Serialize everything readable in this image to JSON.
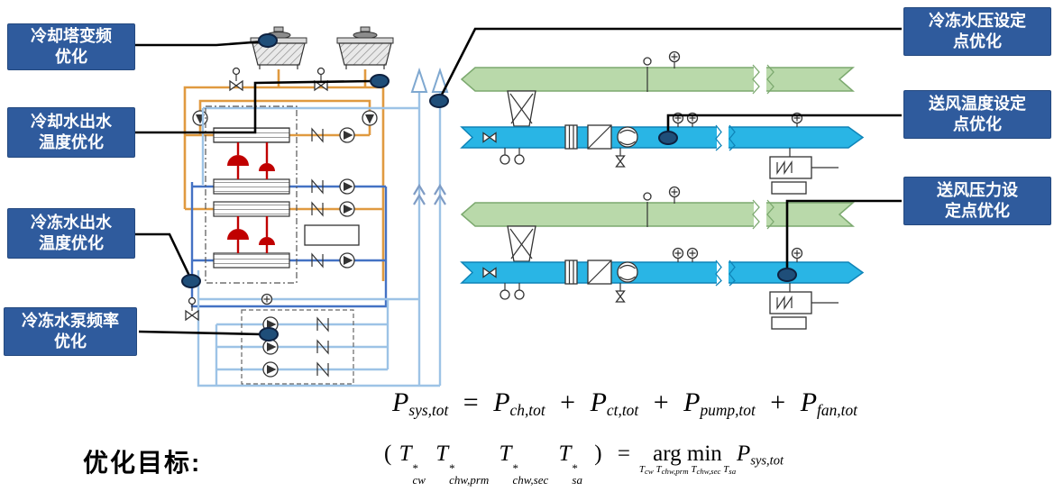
{
  "callouts": {
    "left": [
      {
        "line1": "冷却塔变频",
        "line2": "优化"
      },
      {
        "line1": "冷却水出水",
        "line2": "温度优化"
      },
      {
        "line1": "冷冻水出水",
        "line2": "温度优化"
      },
      {
        "line1": "冷冻水泵频率",
        "line2": "优化"
      }
    ],
    "right": [
      {
        "line1": "冷冻水压设定",
        "line2": "点优化"
      },
      {
        "line1": "送风温度设定",
        "line2": "点优化"
      },
      {
        "line1": "送风压力设",
        "line2": "定点优化"
      }
    ]
  },
  "objective": {
    "label": "优化目标:"
  },
  "formulas": {
    "power_balance": {
      "lhs": {
        "base": "P",
        "sub": "sys,tot"
      },
      "equals": "=",
      "plus": "+",
      "terms": [
        {
          "base": "P",
          "sub": "ch,tot"
        },
        {
          "base": "P",
          "sub": "ct,tot"
        },
        {
          "base": "P",
          "sub": "pump,tot"
        },
        {
          "base": "P",
          "sub": "fan,tot"
        }
      ]
    },
    "argmin": {
      "open": "(",
      "close": ")",
      "equals": "=",
      "operator": "arg min",
      "vars": [
        {
          "base": "T",
          "sup": "*",
          "sub": "cw"
        },
        {
          "base": "T",
          "sup": "*",
          "sub": "chw,prm"
        },
        {
          "base": "T",
          "sup": "*",
          "sub": "chw,sec"
        },
        {
          "base": "T",
          "sup": "*",
          "sub": "sa"
        }
      ],
      "under": [
        {
          "base": "T",
          "sub": "cw"
        },
        {
          "base": "T",
          "sub": "chw,prm"
        },
        {
          "base": "T",
          "sub": "chw,sec"
        },
        {
          "base": "T",
          "sub": "sa"
        }
      ],
      "rhs": {
        "base": "P",
        "sub": "sys,tot"
      }
    }
  },
  "icons": {
    "pump": "circle-with-triangle",
    "valve": "bowtie",
    "control-valve": "bowtie-with-actuator-stem",
    "sensor": "circle-plus",
    "flex-connector": "n-zigzag",
    "cooling-tower": "hatched-trapezoid-with-fan",
    "sensor-marker": "filled-dark-ellipse"
  },
  "colors": {
    "label_box": "#2F5B9D",
    "label_text": "#FFFFFF",
    "marker_fill": "#1F4E79",
    "marker_stroke": "#0E2140",
    "callout_line": "#000000",
    "condenser_loop": "#E09A40",
    "chilled_primary": "#4472C4",
    "chilled_secondary": "#9DC3E6",
    "supply_duct": "#29B5E5",
    "supply_duct_edge": "#0F84B8",
    "return_duct": "#B9D9AA",
    "return_duct_edge": "#7CA96F",
    "chiller_red": "#C00000"
  }
}
